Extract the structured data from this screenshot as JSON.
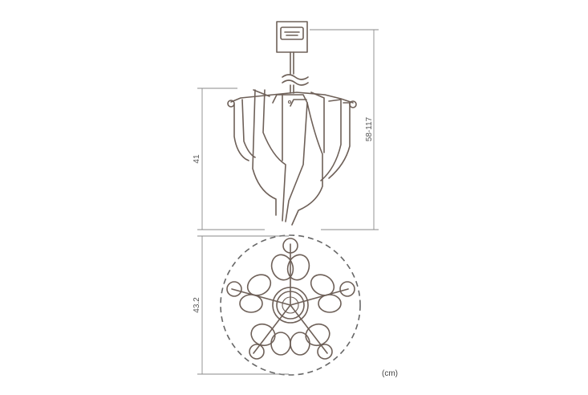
{
  "dimensions": {
    "total_height_label": "58-117",
    "body_height_label": "41",
    "diameter_label": "43.2"
  },
  "unit_label": "(cm)",
  "colors": {
    "line": "#6e6058",
    "dimension_line": "#8a8a8a",
    "dashed_outline": "#666666",
    "background": "#ffffff"
  }
}
